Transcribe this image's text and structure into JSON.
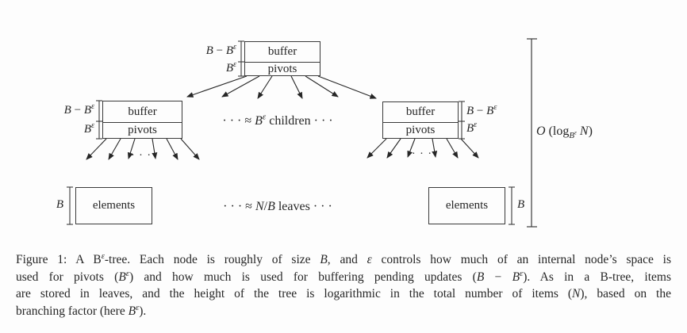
{
  "palette": {
    "background": "#fdfdfd",
    "ink": "#262626",
    "line": "#3a3a3a"
  },
  "diagram": {
    "root": {
      "buffer_label": "buffer",
      "pivots_label": "pivots",
      "size_buffer_html": "<i>B</i> − <i>B</i><sup><i>ε</i></sup>",
      "size_pivots_html": "<i>B</i><sup><i>ε</i></sup>"
    },
    "left_child": {
      "buffer_label": "buffer",
      "pivots_label": "pivots",
      "size_buffer_html": "<i>B</i> − <i>B</i><sup><i>ε</i></sup>",
      "size_pivots_html": "<i>B</i><sup><i>ε</i></sup>"
    },
    "right_child": {
      "buffer_label": "buffer",
      "pivots_label": "pivots",
      "size_buffer_html": "<i>B</i> − <i>B</i><sup><i>ε</i></sup>",
      "size_pivots_html": "<i>B</i><sup><i>ε</i></sup>"
    },
    "children_note_html": "· · ·  ≈ <i>B</i><sup><i>ε</i></sup> children  · · ·",
    "fan_dots": "· · ·",
    "left_leaf": {
      "text": "elements",
      "size_html": "<i>B</i>"
    },
    "right_leaf": {
      "text": "elements",
      "size_html": "<i>B</i>"
    },
    "leaves_note_html": "· · ·  ≈ <i>N</i>/<i>B</i> leaves  · · ·",
    "height_note_html": "<i>O</i> (log<sub><i>B</i><sup><i>ε</i></sup></sub> <i>N</i>)"
  },
  "caption": {
    "line1_html": "Figure 1: A B<sup><i>ε</i></sup>-tree. Each node is roughly of size <i>B</i>, and <i>ε</i> controls how much of an internal node’s space is",
    "line2_html": "used for pivots (<i>B</i><sup><i>ε</i></sup>) and how much is used for buffering pending updates (<i>B</i> − <i>B</i><sup><i>ε</i></sup>). As in a B-tree, items",
    "line3_html": "are stored in leaves, and the height of the tree is logarithmic in the total number of items (<i>N</i>), based on the",
    "line4_html": "branching factor (here <i>B</i><sup><i>ε</i></sup>)."
  }
}
